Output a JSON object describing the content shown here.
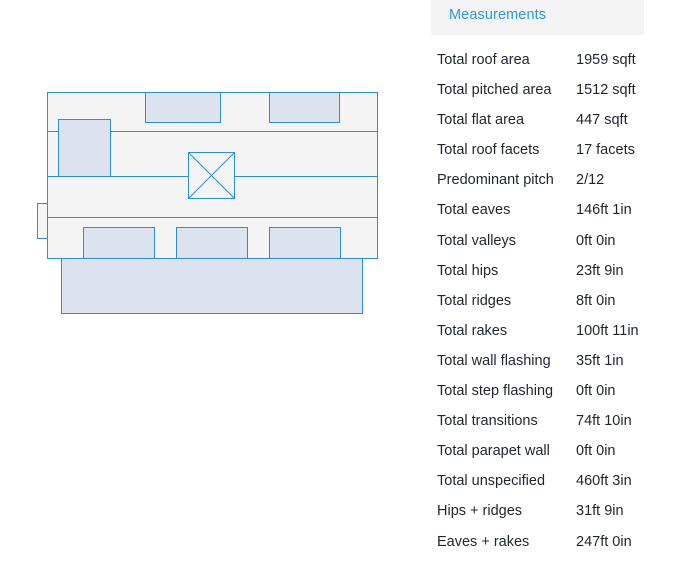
{
  "panel": {
    "title": "Measurements"
  },
  "measurements": [
    {
      "label": "Total roof area",
      "value": "1959 sqft"
    },
    {
      "label": "Total pitched area",
      "value": "1512 sqft"
    },
    {
      "label": "Total flat area",
      "value": "447 sqft"
    },
    {
      "label": "Total roof facets",
      "value": "17 facets"
    },
    {
      "label": "Predominant pitch",
      "value": "2/12"
    },
    {
      "label": "Total eaves",
      "value": "146ft 1in"
    },
    {
      "label": "Total valleys",
      "value": "0ft 0in"
    },
    {
      "label": "Total hips",
      "value": "23ft 9in"
    },
    {
      "label": "Total ridges",
      "value": "8ft 0in"
    },
    {
      "label": "Total rakes",
      "value": "100ft 11in"
    },
    {
      "label": "Total wall flashing",
      "value": "35ft 1in"
    },
    {
      "label": "Total step flashing",
      "value": "0ft 0in"
    },
    {
      "label": "Total transitions",
      "value": "74ft 10in"
    },
    {
      "label": "Total parapet wall",
      "value": "0ft 0in"
    },
    {
      "label": "Total unspecified",
      "value": "460ft 3in"
    },
    {
      "label": "Hips + ridges",
      "value": "31ft 9in"
    },
    {
      "label": "Eaves + rakes",
      "value": "247ft 0in"
    }
  ],
  "colors": {
    "outline": "#2a8fd0",
    "roof_fill": "#f4f4f5",
    "flat_fill": "#dde2ef",
    "accent_text": "#2a9bd6"
  }
}
